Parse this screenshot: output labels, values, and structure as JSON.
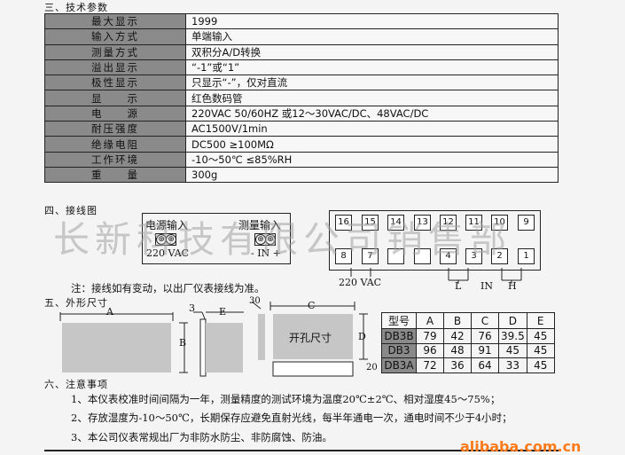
{
  "sections": {
    "tech": "三、技术参数",
    "wiring": "四、接线图",
    "outline": "五、外形尺寸",
    "notes": "六、注意事项"
  },
  "specs": [
    {
      "key": "最大显示",
      "value": "1999"
    },
    {
      "key": "输入方式",
      "value": "单端输入"
    },
    {
      "key": "测量方式",
      "value": "双积分A/D转换"
    },
    {
      "key": "溢出显示",
      "value": "“-1”或“1”"
    },
    {
      "key": "极性显示",
      "value": "只显示“-”，仅对直流"
    },
    {
      "key": "显　　示",
      "value": "红色数码管"
    },
    {
      "key": "电　　源",
      "value": "220VAC  50/60HZ  或12～30VAC/DC、48VAC/DC"
    },
    {
      "key": "耐压强度",
      "value": "AC1500V/1min"
    },
    {
      "key": "绝缘电阻",
      "value": "DC500  ≥100MΩ"
    },
    {
      "key": "工作环境",
      "value": "-10～50℃    ≤85%RH"
    },
    {
      "key": "重　　量",
      "value": "300g"
    }
  ],
  "wiring": {
    "power_label": "电源输入",
    "power_voltage": "220 VAC",
    "measure_label": "测量输入",
    "measure_polarity": "- IN +",
    "top_terminals": [
      "16",
      "15",
      "14",
      "13",
      "12",
      "11",
      "10",
      "9"
    ],
    "bottom_terminals": [
      "8",
      "7",
      "",
      "",
      "4",
      "3",
      "2",
      "1"
    ],
    "bottom_voltage": "220 VAC",
    "label_l": "L",
    "label_in": "IN",
    "label_h": "H",
    "note": "注：接线如有变动，以出厂仪表接线为准。",
    "watermark": "长新科技有限公司销售部"
  },
  "outline": {
    "dim_a": "A",
    "dim_b": "B",
    "dim_e": "E",
    "dim_3": "3",
    "dim_30": "30",
    "dim_c": "C",
    "dim_d": "D",
    "dim_20": "20",
    "cutout_label": "开孔尺寸"
  },
  "dim_table": {
    "headers": [
      "型号",
      "A",
      "B",
      "C",
      "D",
      "E"
    ],
    "rows": [
      [
        "DB3B",
        "79",
        "42",
        "76",
        "39.5",
        "45"
      ],
      [
        "DB3",
        "96",
        "48",
        "91",
        "45",
        "45"
      ],
      [
        "DB3A",
        "72",
        "36",
        "64",
        "33",
        "45"
      ]
    ]
  },
  "notes": [
    "1、本仪表校准时间间隔为一年，测量精度的测试环境为温度20℃±2℃、相对湿度45～75%；",
    "2、存放湿度为-10～50℃，长期保存应避免直射光线，每半年通电一次，通电时间不少于4小时；",
    "3、本公司仪表常规出厂为非防水防尘、非防腐蚀、防油。"
  ],
  "footer_watermark": "alibaba.com.cn"
}
